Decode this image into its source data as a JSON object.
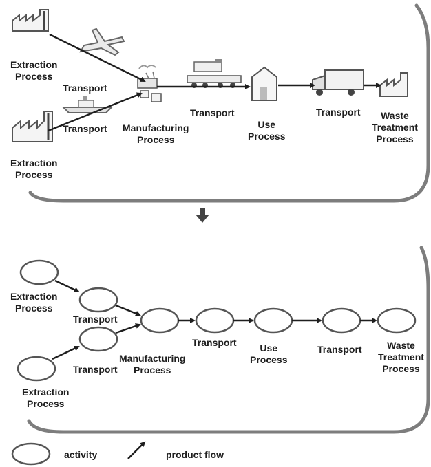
{
  "top_panel": {
    "labels": {
      "extraction1": [
        "Extraction",
        "Process"
      ],
      "transport_air": [
        "Transport"
      ],
      "transport_ship": [
        "Transport"
      ],
      "extraction2": [
        "Extraction",
        "Process"
      ],
      "manufacturing": [
        "Manufacturing",
        "Process"
      ],
      "transport_train": [
        "Transport"
      ],
      "use": [
        "Use",
        "Process"
      ],
      "transport_truck": [
        "Transport"
      ],
      "waste": [
        "Waste",
        "Treatment",
        "Process"
      ]
    },
    "icons": [
      "factory-icon",
      "airplane-icon",
      "ship-icon",
      "factory-icon",
      "manufacturing-plant-icon",
      "train-icon",
      "house-icon",
      "truck-icon",
      "waste-plant-icon"
    ]
  },
  "bottom_panel": {
    "labels": {
      "extraction1": [
        "Extraction",
        "Process"
      ],
      "transport1": [
        "Transport"
      ],
      "transport2": [
        "Transport"
      ],
      "extraction2": [
        "Extraction",
        "Process"
      ],
      "manufacturing": [
        "Manufacturing",
        "Process"
      ],
      "transport3": [
        "Transport"
      ],
      "use": [
        "Use",
        "Process"
      ],
      "transport4": [
        "Transport"
      ],
      "waste": [
        "Waste",
        "Treatment",
        "Process"
      ]
    }
  },
  "legend": {
    "activity": "activity",
    "product_flow": "product flow"
  },
  "colors": {
    "ink": "#1e1e1e",
    "panel_border": "#8a8a8a",
    "ellipse_fill": "#ffffff"
  }
}
